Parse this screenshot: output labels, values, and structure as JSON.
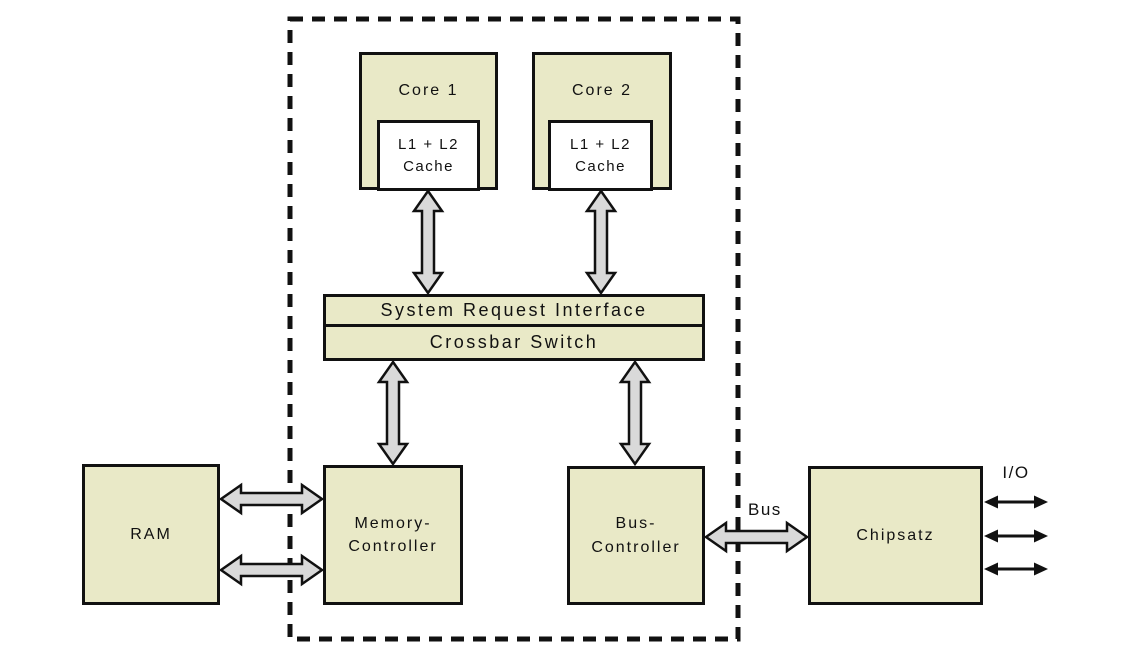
{
  "diagram": {
    "colors": {
      "background": "#ffffff",
      "node_fill": "#e9e9c7",
      "cache_fill": "#ffffff",
      "arrow_fill": "#d9d9d9",
      "line_color": "#111111"
    },
    "boundary": {
      "name": "cpu-package-boundary",
      "style": "dashed"
    },
    "nodes": {
      "core1": {
        "label": "Core 1"
      },
      "core2": {
        "label": "Core 2"
      },
      "cache1": {
        "line1": "L1 + L2",
        "line2": "Cache"
      },
      "cache2": {
        "line1": "L1 + L2",
        "line2": "Cache"
      },
      "sri": {
        "label": "System Request Interface"
      },
      "crossbar": {
        "label": "Crossbar Switch"
      },
      "ram": {
        "label": "RAM"
      },
      "memory_controller": {
        "line1": "Memory-",
        "line2": "Controller"
      },
      "bus_controller": {
        "line1": "Bus-",
        "line2": "Controller"
      },
      "chipset": {
        "label": "Chipsatz"
      }
    },
    "labels": {
      "bus": "Bus",
      "io": "I/O"
    },
    "connections": [
      "cache1 <-> system-request-interface",
      "cache2 <-> system-request-interface",
      "crossbar <-> memory-controller",
      "crossbar <-> bus-controller",
      "ram <-> memory-controller (x2)",
      "bus-controller <-> chipset (Bus)",
      "chipset <-> io (x3)"
    ]
  }
}
